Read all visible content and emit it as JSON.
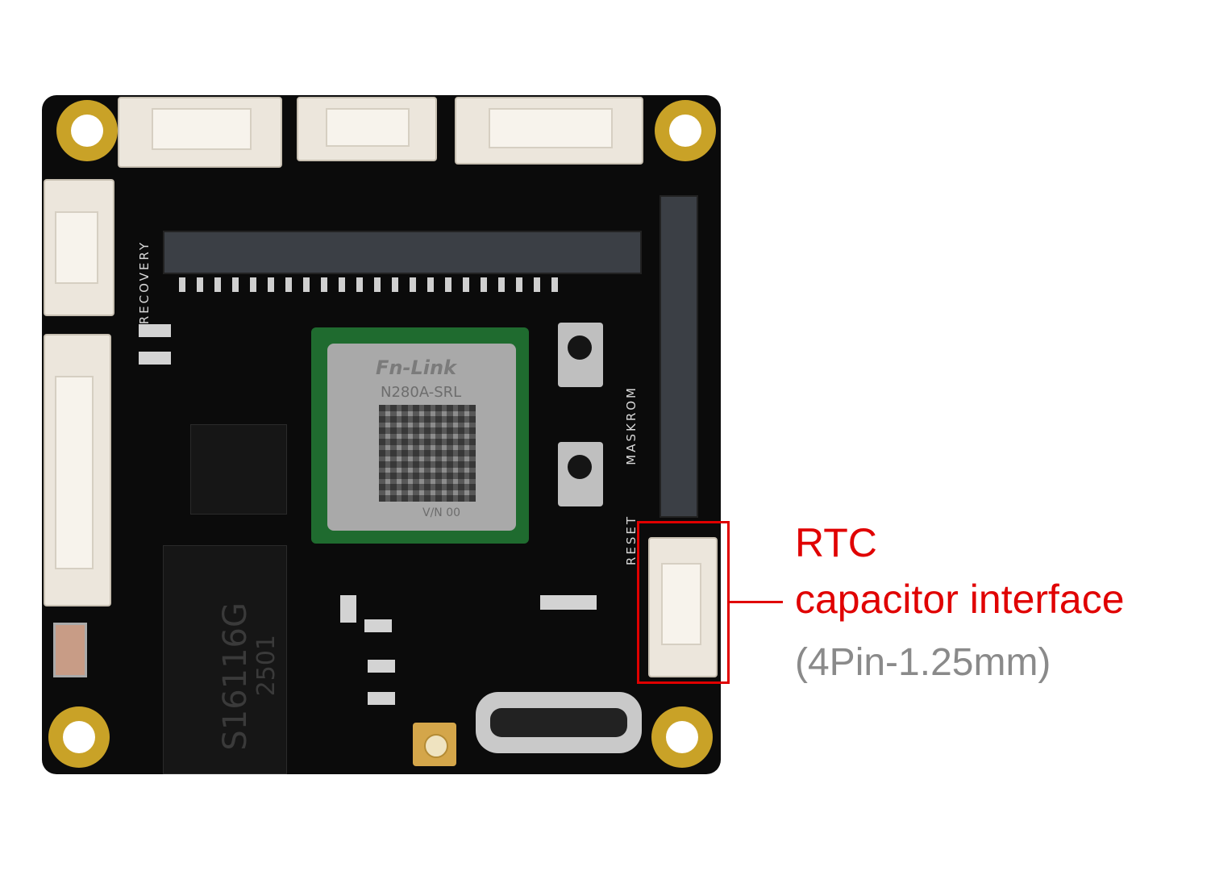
{
  "annotation": {
    "title": "RTC",
    "description": "capacitor interface",
    "spec": "(4Pin-1.25mm)",
    "accent_color": "#e00000",
    "spec_color": "#8a8a8a"
  },
  "board": {
    "silkscreen_recovery": "RECOVERY",
    "silkscreen_reset": "RESET",
    "silkscreen_maskrom": "MASKROM",
    "module_brand": "Fn-Link",
    "module_model": "N280A-SRL",
    "module_version": "V/N  00",
    "chip_marking_1": "S16116G",
    "chip_marking_2": "2501",
    "board_color": "#0b0b0b",
    "pad_color": "#c9a227"
  }
}
